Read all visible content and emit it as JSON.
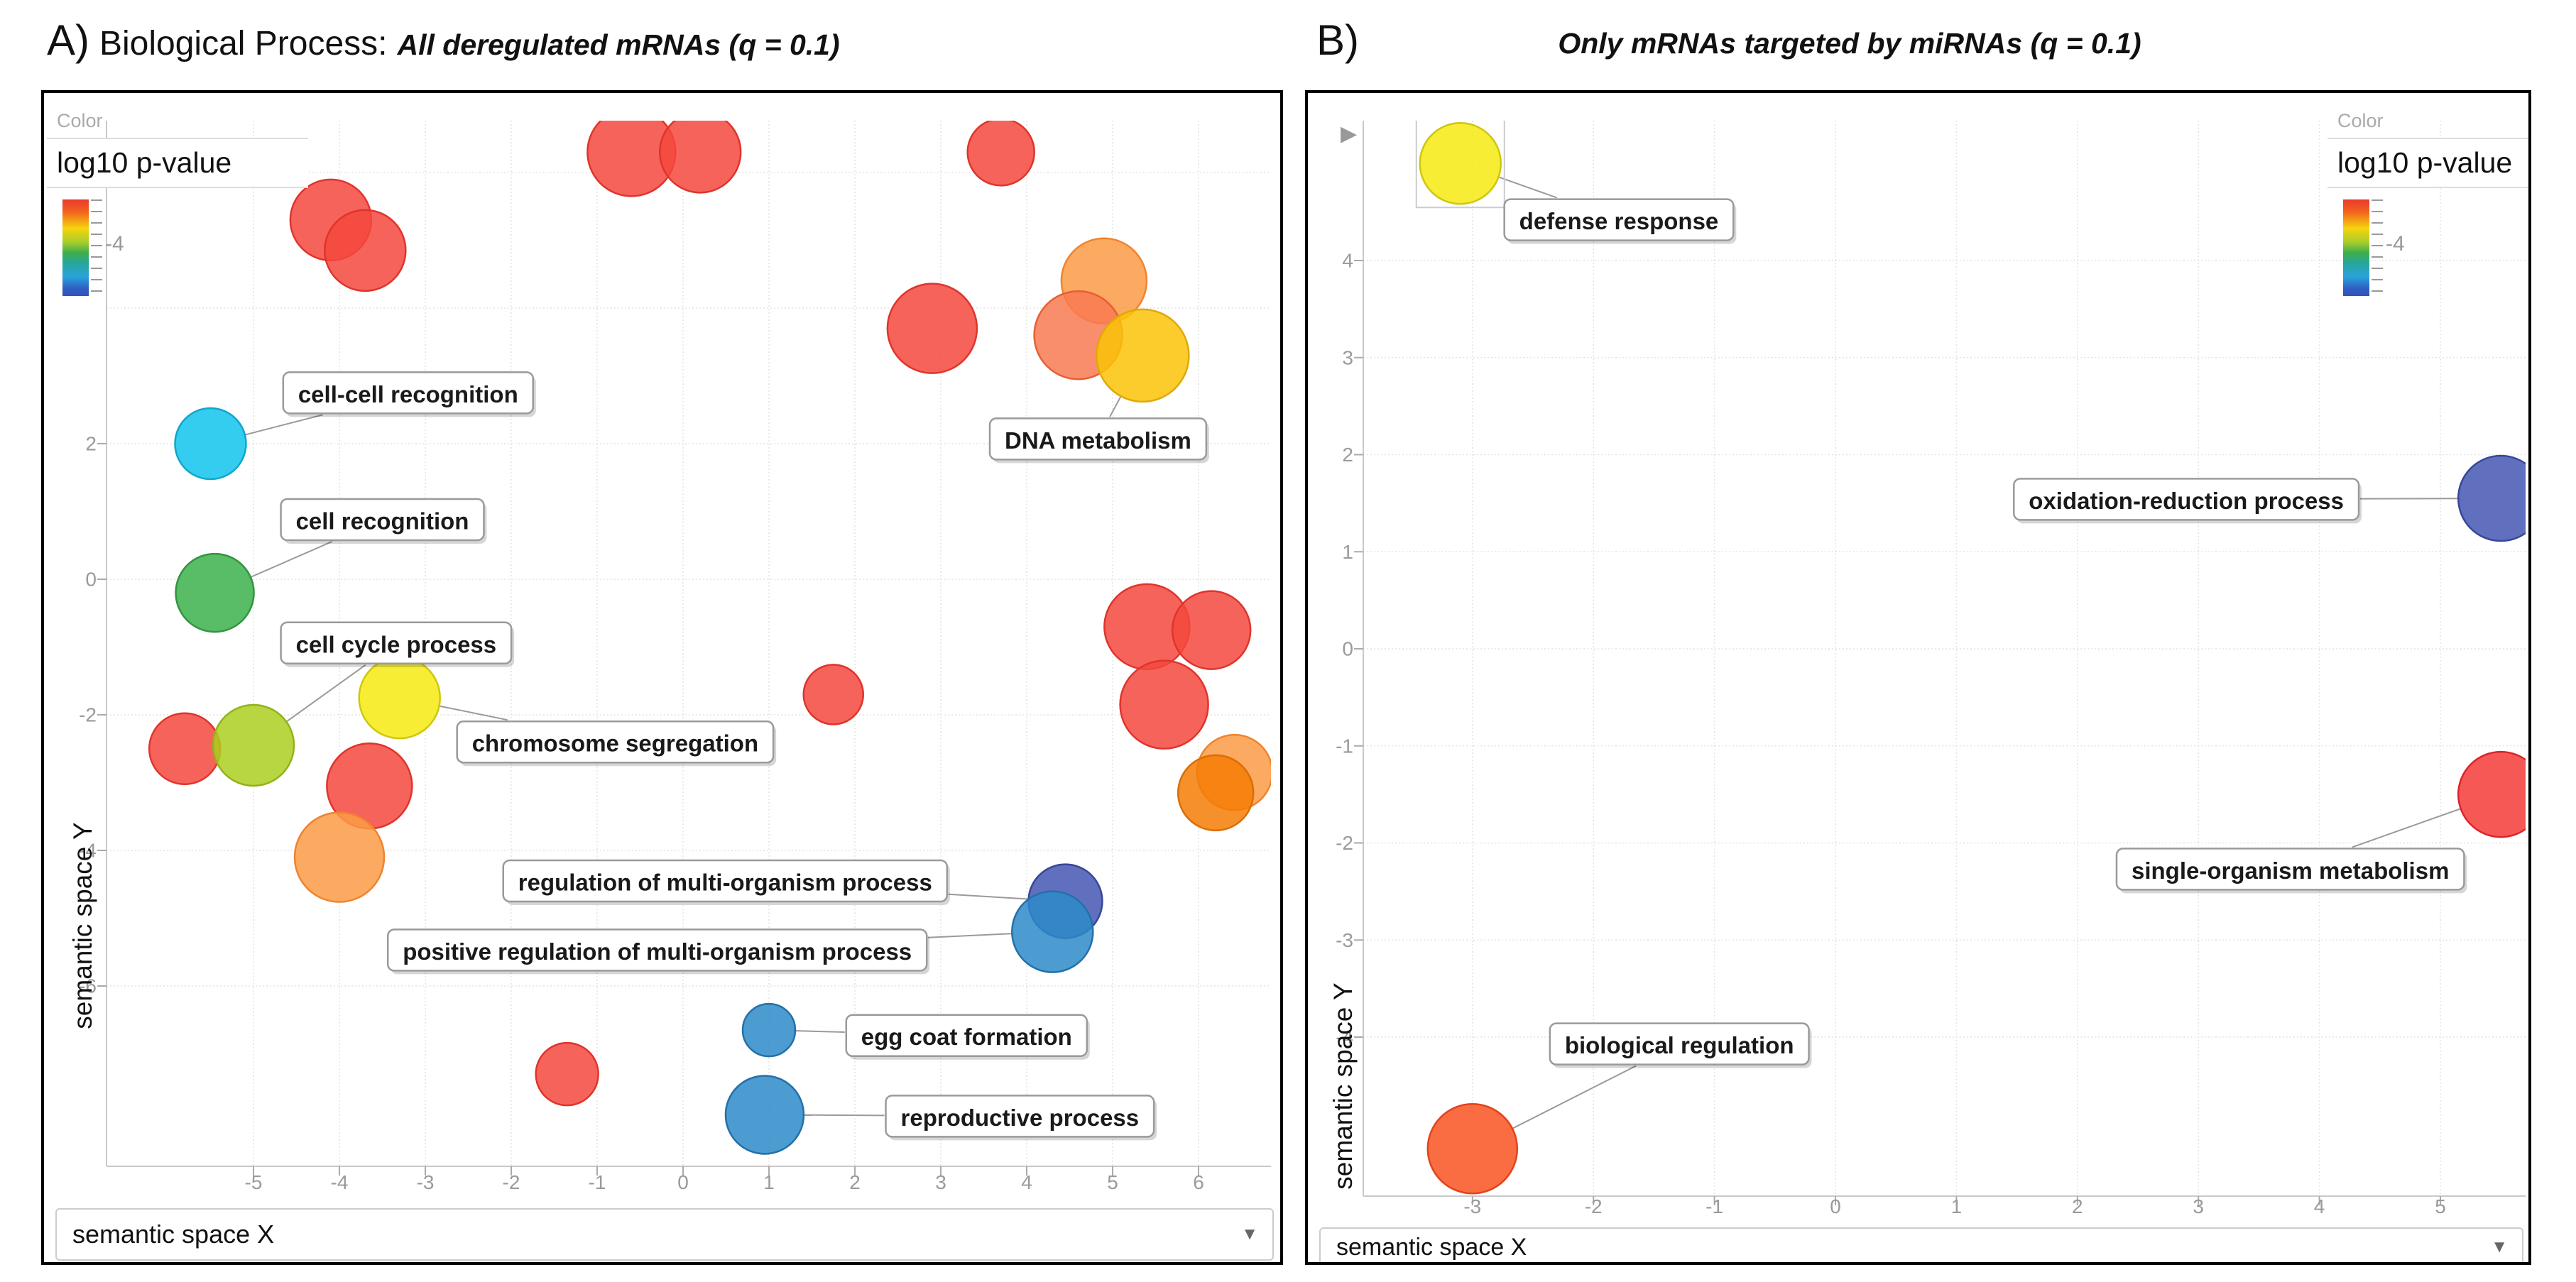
{
  "figure_type": "two-panel GO-term semantic-space bubble chart",
  "icons": {
    "dropdown_arrow": "▼",
    "corner_triangle": "▶"
  },
  "palette": {
    "red": {
      "fill": "#f5483e",
      "stroke": "#df342c"
    },
    "red2": {
      "fill": "#f43b38",
      "stroke": "#d9262a"
    },
    "redorange": {
      "fill": "#f87a52",
      "stroke": "#e65f35"
    },
    "orange": {
      "fill": "#fb9b45",
      "stroke": "#ef8330"
    },
    "vividorange": {
      "fill": "#f57d05",
      "stroke": "#da6e04"
    },
    "amber": {
      "fill": "#fbc308",
      "stroke": "#dfa907"
    },
    "yellow": {
      "fill": "#f4ea10",
      "stroke": "#cfc70e"
    },
    "yellowgreen": {
      "fill": "#abcf20",
      "stroke": "#92b21b"
    },
    "green": {
      "fill": "#3cb04b",
      "stroke": "#31953f"
    },
    "cyan": {
      "fill": "#10c3ec",
      "stroke": "#0ca7cb"
    },
    "steelblue": {
      "fill": "#2d8ac9",
      "stroke": "#2470a8"
    },
    "indigo": {
      "fill": "#4457b3",
      "stroke": "#374798"
    },
    "orangered": {
      "fill": "#f95321",
      "stroke": "#e2431b"
    }
  },
  "chart_data": [
    {
      "id": "A",
      "type": "scatter",
      "panel_label": "A)",
      "title": "Biological Process:",
      "subtitle": "All deregulated mRNAs (q = 0.1)",
      "xlabel": "semantic space X",
      "ylabel": "semantic space Y",
      "xlim": [
        -6.7,
        6.85
      ],
      "ylim": [
        -8.7,
        6.8
      ],
      "xticks": [
        -5,
        -4,
        -3,
        -2,
        -1,
        0,
        1,
        2,
        3,
        4,
        5,
        6
      ],
      "yticks": [
        2,
        0,
        -2,
        -4,
        -6
      ],
      "ygrid": [
        6,
        4,
        2,
        0,
        -2,
        -4,
        -6
      ],
      "grid": true,
      "legend": {
        "header": "Color",
        "title": "log10 p-value",
        "tick_label": "-4",
        "position": "top-left"
      },
      "points": [
        {
          "x": -0.6,
          "y": 6.3,
          "r": 62,
          "color": "red"
        },
        {
          "x": 0.2,
          "y": 6.3,
          "r": 57,
          "color": "red"
        },
        {
          "x": 3.7,
          "y": 6.3,
          "r": 47,
          "color": "red"
        },
        {
          "x": -4.1,
          "y": 5.3,
          "r": 57,
          "color": "red"
        },
        {
          "x": -3.7,
          "y": 4.85,
          "r": 57,
          "color": "red"
        },
        {
          "x": 2.9,
          "y": 3.7,
          "r": 63,
          "color": "red"
        },
        {
          "x": 4.9,
          "y": 4.4,
          "r": 60,
          "color": "orange"
        },
        {
          "x": 4.6,
          "y": 3.6,
          "r": 62,
          "color": "redorange"
        },
        {
          "x": 5.35,
          "y": 3.3,
          "r": 65,
          "color": "amber",
          "term": "DNA metabolism"
        },
        {
          "x": -5.5,
          "y": 2.0,
          "r": 50,
          "color": "cyan",
          "term": "cell-cell recognition"
        },
        {
          "x": -5.45,
          "y": -0.2,
          "r": 55,
          "color": "green",
          "term": "cell recognition"
        },
        {
          "x": -5.8,
          "y": -2.5,
          "r": 50,
          "color": "red"
        },
        {
          "x": -5.0,
          "y": -2.45,
          "r": 57,
          "color": "yellowgreen",
          "term": "cell cycle process"
        },
        {
          "x": -3.3,
          "y": -1.75,
          "r": 57,
          "color": "yellow",
          "term": "chromosome segregation"
        },
        {
          "x": -3.65,
          "y": -3.05,
          "r": 60,
          "color": "red"
        },
        {
          "x": -4.0,
          "y": -4.1,
          "r": 63,
          "color": "orange"
        },
        {
          "x": 1.75,
          "y": -1.7,
          "r": 42,
          "color": "red"
        },
        {
          "x": 5.4,
          "y": -0.7,
          "r": 60,
          "color": "red"
        },
        {
          "x": 6.15,
          "y": -0.75,
          "r": 55,
          "color": "red"
        },
        {
          "x": 5.6,
          "y": -1.85,
          "r": 62,
          "color": "red"
        },
        {
          "x": 6.42,
          "y": -2.85,
          "r": 53,
          "color": "orange"
        },
        {
          "x": 6.2,
          "y": -3.15,
          "r": 53,
          "color": "vividorange"
        },
        {
          "x": 4.45,
          "y": -4.75,
          "r": 52,
          "color": "indigo",
          "term": "regulation of multi-organism process"
        },
        {
          "x": 4.3,
          "y": -5.2,
          "r": 57,
          "color": "steelblue",
          "term": "positive regulation of multi-organism process"
        },
        {
          "x": 1.0,
          "y": -6.65,
          "r": 37,
          "color": "steelblue",
          "term": "egg coat formation"
        },
        {
          "x": 0.95,
          "y": -7.9,
          "r": 55,
          "color": "steelblue",
          "term": "reproductive process"
        },
        {
          "x": -1.35,
          "y": -7.3,
          "r": 44,
          "color": "red"
        }
      ],
      "annotations": [
        {
          "text": "cell-cell recognition",
          "x": -3.2,
          "y": 2.75,
          "target": 9
        },
        {
          "text": "cell recognition",
          "x": -3.5,
          "y": 0.88,
          "target": 10
        },
        {
          "text": "cell cycle process",
          "x": -3.34,
          "y": -0.94,
          "target": 12
        },
        {
          "text": "chromosome segregation",
          "x": -0.79,
          "y": -2.4,
          "target": 13
        },
        {
          "text": "DNA metabolism",
          "x": 4.83,
          "y": 2.07,
          "target": 8
        },
        {
          "text": "regulation of multi-organism process",
          "x": 0.49,
          "y": -4.45,
          "target": 22
        },
        {
          "text": "positive regulation of multi-organism process",
          "x": -0.3,
          "y": -5.47,
          "target": 23
        },
        {
          "text": "egg coat formation",
          "x": 3.3,
          "y": -6.73,
          "target": 24
        },
        {
          "text": "reproductive process",
          "x": 3.92,
          "y": -7.92,
          "target": 25
        }
      ]
    },
    {
      "id": "B",
      "type": "scatter",
      "panel_label": "B)",
      "subtitle": "Only mRNAs targeted by miRNAs (q = 0.1)",
      "xlabel": "semantic space X",
      "ylabel": "semantic space Y",
      "xlim": [
        -3.9,
        5.7
      ],
      "ylim": [
        -5.75,
        5.45
      ],
      "xticks": [
        -3,
        -2,
        -1,
        0,
        1,
        2,
        3,
        4,
        5
      ],
      "yticks": [
        4,
        3,
        2,
        1,
        0,
        -1,
        -2,
        -3,
        -4
      ],
      "ygrid": [
        4,
        3,
        2,
        1,
        0,
        -1,
        -2,
        -3,
        -4
      ],
      "grid": true,
      "legend": {
        "header": "Color",
        "title": "log10 p-value",
        "tick_label": "-4",
        "position": "top-right"
      },
      "points": [
        {
          "x": -3.1,
          "y": 5.0,
          "r": 57,
          "color": "yellow",
          "term": "defense response",
          "selected": true
        },
        {
          "x": 5.5,
          "y": 1.55,
          "r": 60,
          "color": "indigo",
          "term": "oxidation-reduction process"
        },
        {
          "x": 5.5,
          "y": -1.5,
          "r": 60,
          "color": "red2",
          "term": "single-organism metabolism"
        },
        {
          "x": -3.0,
          "y": -5.15,
          "r": 63,
          "color": "orangered",
          "term": "biological regulation"
        }
      ],
      "annotations": [
        {
          "text": "defense response",
          "x": -1.79,
          "y": 4.42,
          "target": 0
        },
        {
          "text": "oxidation-reduction process",
          "x": 2.9,
          "y": 1.54,
          "target": 1
        },
        {
          "text": "single-organism metabolism",
          "x": 3.76,
          "y": -2.27,
          "target": 2
        },
        {
          "text": "biological regulation",
          "x": -1.29,
          "y": -4.07,
          "target": 3
        }
      ]
    }
  ]
}
